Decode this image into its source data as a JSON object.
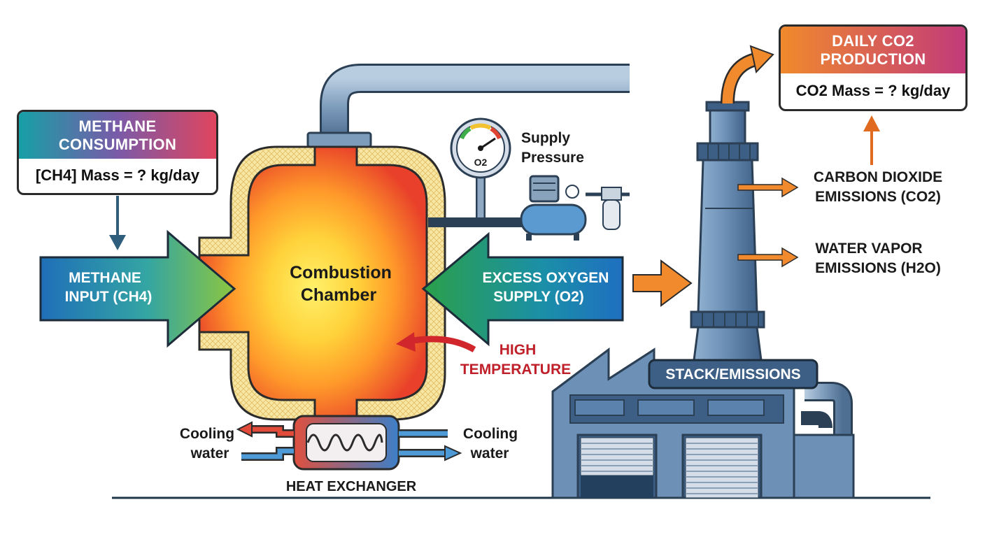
{
  "methane_box": {
    "title_line1": "METHANE",
    "title_line2": "CONSUMPTION",
    "value": "[CH4] Mass = ? kg/day"
  },
  "co2_box": {
    "title_line1": "DAILY CO2",
    "title_line2": "PRODUCTION",
    "value": "CO2 Mass = ? kg/day"
  },
  "labels": {
    "methane_input_line1": "METHANE",
    "methane_input_line2": "INPUT (CH4)",
    "combustion_line1": "Combustion",
    "combustion_line2": "Chamber",
    "oxygen_line1": "EXCESS OXYGEN",
    "oxygen_line2": "SUPPLY (O2)",
    "supply_pressure_line1": "Supply",
    "supply_pressure_line2": "Pressure",
    "gauge_symbol": "O2",
    "high_temp_line1": "HIGH",
    "high_temp_line2": "TEMPERATURE",
    "co2_emissions_line1": "CARBON DIOXIDE",
    "co2_emissions_line2": "EMISSIONS (CO2)",
    "water_line1": "WATER VAPOR",
    "water_line2": "EMISSIONS (H2O)",
    "stack_label": "STACK/EMISSIONS",
    "cooling_left_line1": "Cooling",
    "cooling_left_line2": "water",
    "cooling_right_line1": "Cooling",
    "cooling_right_line2": "water",
    "heat_exchanger": "HEAT EXCHANGER"
  },
  "colors": {
    "teal": "#1a8f9c",
    "magenta": "#c2426e",
    "orange": "#f08a2c",
    "red_text": "#c0202a",
    "steel_blue": "#6b8fb5",
    "dark_steel": "#3d5f86",
    "flame_yellow": "#ffe24a",
    "flame_red": "#e8402a"
  }
}
